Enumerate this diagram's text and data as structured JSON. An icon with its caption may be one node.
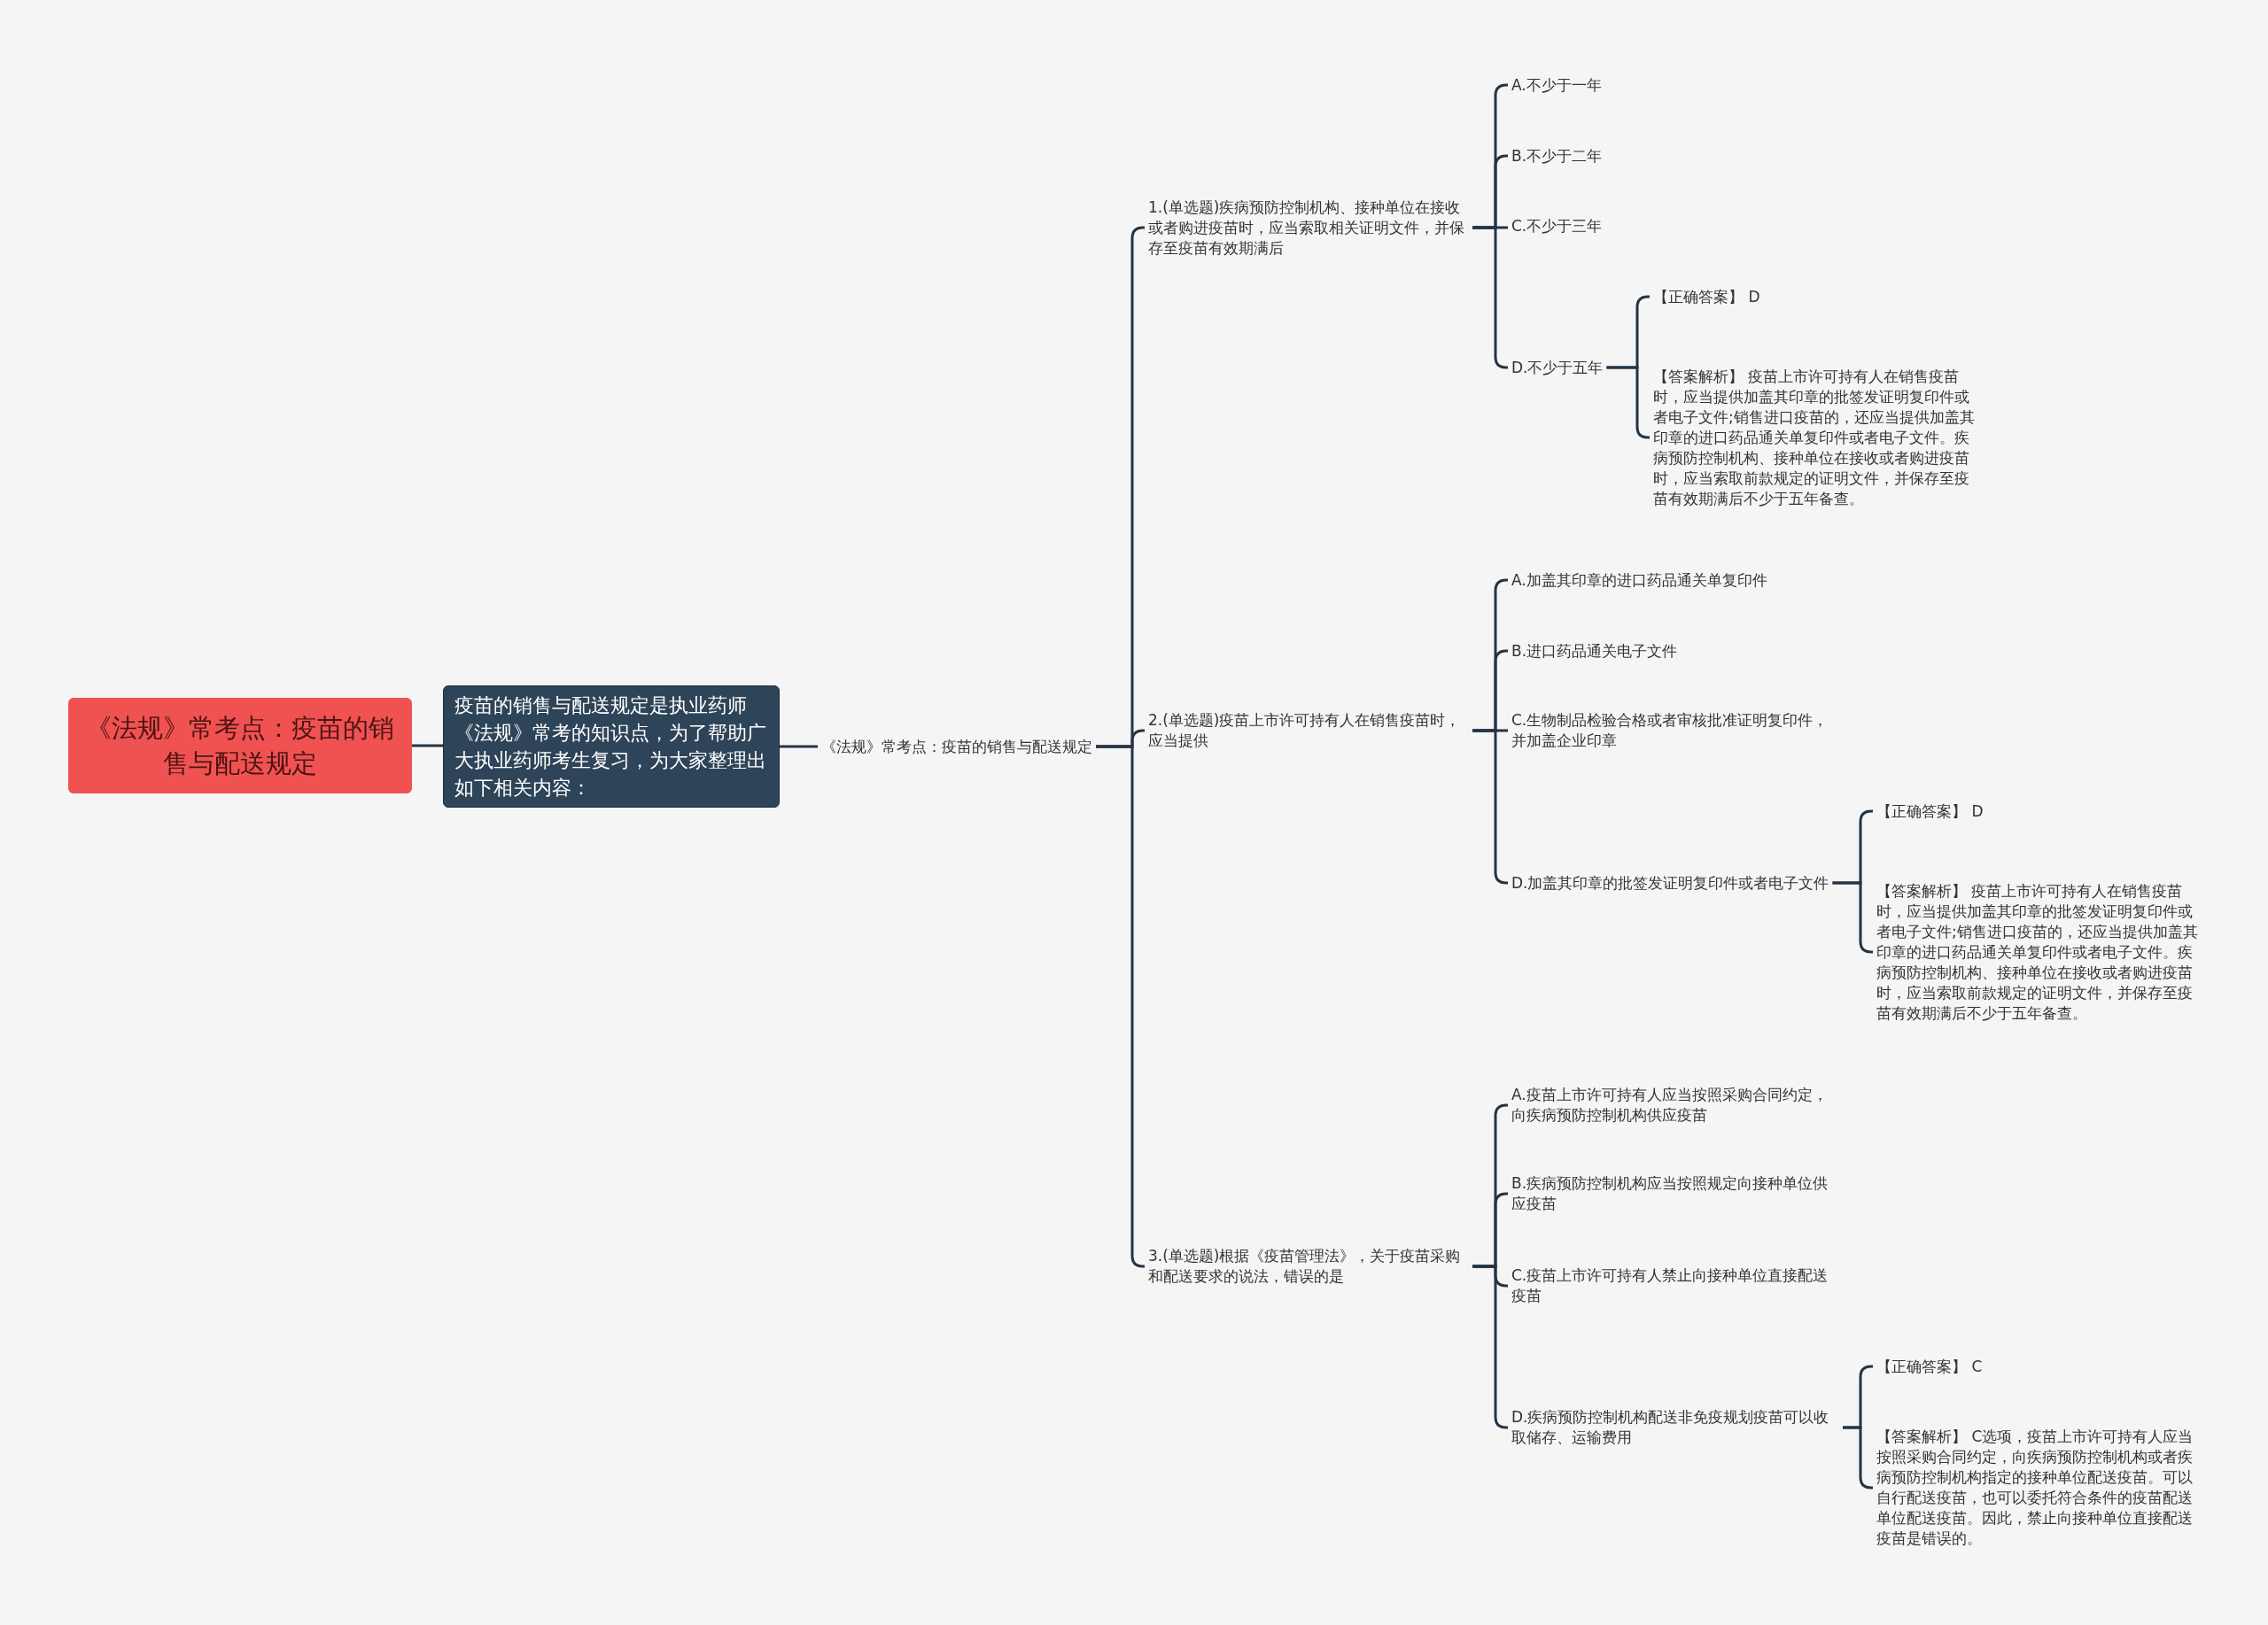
{
  "diagram": {
    "nodes": [
      {
        "text": [
          "《法规》常考点：疫苗的销售与配送规定"
        ]
      },
      {
        "text": [
          "疫苗的销售与配送规定是执业药师《法规》常考的知识点，为了帮助广大执业药师考生复习，为大家整理出如下相关内容："
        ]
      },
      {
        "text": [
          "《法规》常考点：疫苗的销售与配送规定"
        ]
      },
      {
        "text": [
          "1.(单选题)疾病预防控制机构、接种单位在接收或者购进疫苗时，应当索取相关证明文件，并保存至疫苗有效期满后"
        ]
      },
      {
        "text": [
          "A.不少于一年"
        ]
      },
      {
        "text": [
          "B.不少于二年"
        ]
      },
      {
        "text": [
          "C.不少于三年"
        ]
      },
      {
        "text": [
          "D.不少于五年"
        ]
      },
      {
        "text": [
          "【正确答案】 D"
        ]
      },
      {
        "text": [
          "【答案解析】 疫苗上市许可持有人在销售疫苗时，应当提供加盖其印章的批签发证明复印件或者电子文件;销售进口疫苗的，还应当提供加盖其印章的进口药品通关单复印件或者电子文件。疾病预防控制机构、接种单位在接收或者购进疫苗时，应当索取前款规定的证明文件，并保存至疫苗有效期满后不少于五年备查。"
        ]
      },
      {
        "text": [
          "2.(单选题)疫苗上市许可持有人在销售疫苗时，应当提供"
        ]
      },
      {
        "text": [
          "A.加盖其印章的进口药品通关单复印件"
        ]
      },
      {
        "text": [
          "B.进口药品通关电子文件"
        ]
      },
      {
        "text": [
          "C.生物制品检验合格或者审核批准证明复印件，并加盖企业印章"
        ]
      },
      {
        "text": [
          "D.加盖其印章的批签发证明复印件或者电子文件"
        ]
      },
      {
        "text": [
          "【正确答案】 D"
        ]
      },
      {
        "text": [
          "【答案解析】 疫苗上市许可持有人在销售疫苗时，应当提供加盖其印章的批签发证明复印件或者电子文件;销售进口疫苗的，还应当提供加盖其印章的进口药品通关单复印件或者电子文件。疾病预防控制机构、接种单位在接收或者购进疫苗时，应当索取前款规定的证明文件，并保存至疫苗有效期满后不少于五年备查。"
        ]
      },
      {
        "text": [
          "3.(单选题)根据《疫苗管理法》，关于疫苗采购和配送要求的说法，错误的是"
        ]
      },
      {
        "text": [
          "A.疫苗上市许可持有人应当按照采购合同约定，向疾病预防控制机构供应疫苗"
        ]
      },
      {
        "text": [
          "B.疾病预防控制机构应当按照规定向接种单位供应疫苗"
        ]
      },
      {
        "text": [
          "C.疫苗上市许可持有人禁止向接种单位直接配送疫苗"
        ]
      },
      {
        "text": [
          "D.疾病预防控制机构配送非免疫规划疫苗可以收取储存、运输费用"
        ]
      },
      {
        "text": [
          "【正确答案】 C"
        ]
      },
      {
        "text": [
          "【答案解析】 C选项，疫苗上市许可持有人应当按照采购合同约定，向疾病预防控制机构或者疾病预防控制机构指定的接种单位配送疫苗。可以自行配送疫苗，也可以委托符合条件的疫苗配送单位配送疫苗。因此，禁止向接种单位直接配送疫苗是错误的。"
        ]
      }
    ],
    "edges": [
      {
        "from": 0,
        "to": 1,
        "arrow": "none"
      },
      {
        "from": 1,
        "to": 2,
        "arrow": "none"
      },
      {
        "from": 2,
        "to": 3,
        "arrow": "none"
      },
      {
        "from": 2,
        "to": 10,
        "arrow": "none"
      },
      {
        "from": 2,
        "to": 17,
        "arrow": "none"
      },
      {
        "from": 3,
        "to": 4,
        "arrow": "none"
      },
      {
        "from": 3,
        "to": 5,
        "arrow": "none"
      },
      {
        "from": 3,
        "to": 6,
        "arrow": "none"
      },
      {
        "from": 3,
        "to": 7,
        "arrow": "none"
      },
      {
        "from": 7,
        "to": 8,
        "arrow": "none"
      },
      {
        "from": 7,
        "to": 9,
        "arrow": "none"
      },
      {
        "from": 10,
        "to": 11,
        "arrow": "none"
      },
      {
        "from": 10,
        "to": 12,
        "arrow": "none"
      },
      {
        "from": 10,
        "to": 13,
        "arrow": "none"
      },
      {
        "from": 10,
        "to": 14,
        "arrow": "none"
      },
      {
        "from": 14,
        "to": 15,
        "arrow": "none"
      },
      {
        "from": 14,
        "to": 16,
        "arrow": "none"
      },
      {
        "from": 17,
        "to": 18,
        "arrow": "none"
      },
      {
        "from": 17,
        "to": 19,
        "arrow": "none"
      },
      {
        "from": 17,
        "to": 20,
        "arrow": "none"
      },
      {
        "from": 17,
        "to": 21,
        "arrow": "none"
      },
      {
        "from": 21,
        "to": 22,
        "arrow": "none"
      },
      {
        "from": 21,
        "to": 23,
        "arrow": "none"
      }
    ]
  }
}
